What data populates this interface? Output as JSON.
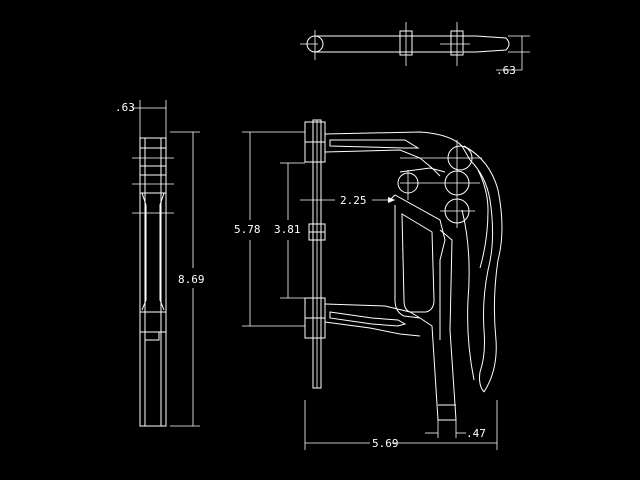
{
  "dimensions": {
    "top_view_height": ".63",
    "side_view_width": ".63",
    "side_view_height": "8.69",
    "throat_depth": "2.25",
    "opening_inner": "3.81",
    "opening_outer": "5.78",
    "overall_width": "5.69",
    "handle_width": ".47"
  }
}
